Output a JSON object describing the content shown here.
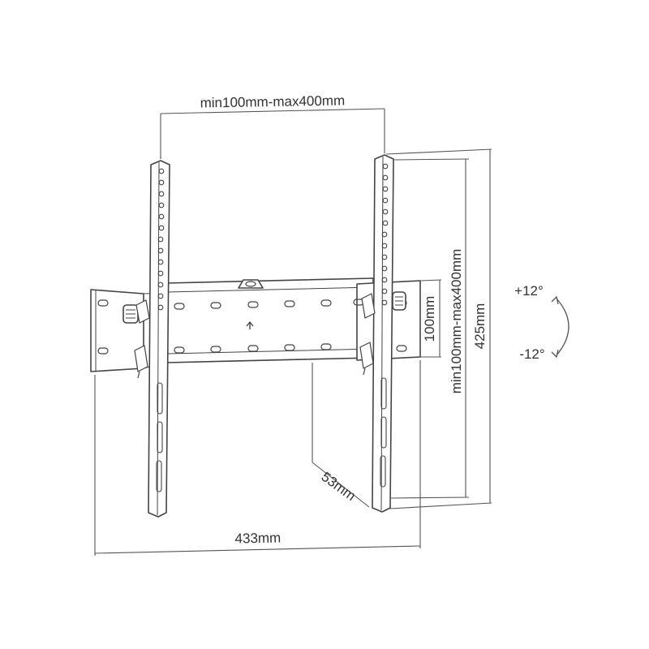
{
  "dimensions": {
    "vesa_width": "min100mm-max400mm",
    "vesa_height": "min100mm-max400mm",
    "bracket_height": "100mm",
    "total_height": "425mm",
    "total_width": "433mm",
    "depth": "53mm"
  },
  "tilt": {
    "up": "+12°",
    "down": "-12°"
  },
  "colors": {
    "stroke": "#444444",
    "text": "#333333"
  }
}
